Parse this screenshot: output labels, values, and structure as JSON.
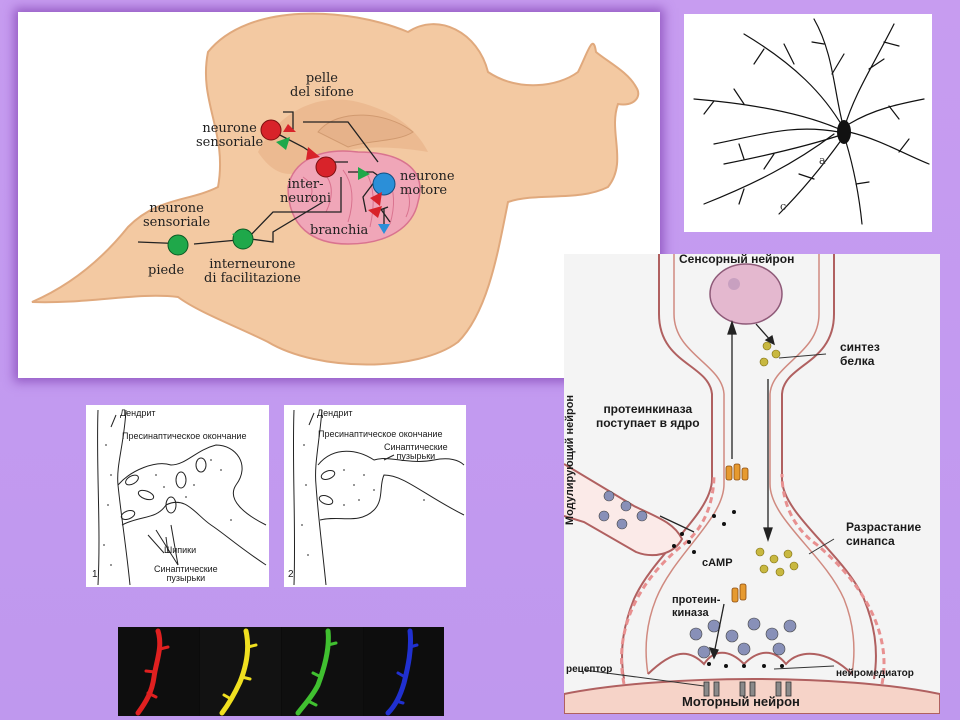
{
  "aplysia": {
    "skin_siphon": "pelle\ndel sifone",
    "sensory_top": "neurone\nsensoriale",
    "interneurons": "inter-\nneuroni",
    "motor": "neurone\nmotore",
    "gill": "branchia",
    "sensory_left": "neurone\nsensoriale",
    "foot": "piede",
    "facilitating": "interneurone\ndi facilitazione"
  },
  "pyramidal": {
    "letter_a": "a",
    "letter_c": "c"
  },
  "synapse_small_1": {
    "dendrite": "Дендрит",
    "terminal": "Пресинаптическое окончание",
    "spines": "Шипики",
    "vesicles": "Синаптические\nпузырьки",
    "number": "1"
  },
  "synapse_small_2": {
    "dendrite": "Дендрит",
    "terminal": "Пресинаптическое окончание",
    "vesicles": "Синаптические\nпузырьки",
    "number": "2"
  },
  "facilitation": {
    "sensory_neuron": "Сенсорный нейрон",
    "protein_synthesis": "синтез\nбелка",
    "modulating_neuron": "Модулирующий нейрон",
    "pk_enters_nucleus": "протеинкиназа\nпоступает в ядро",
    "synapse_growth": "Разрастание\nсинапса",
    "camp": "cAMP",
    "protein_kinase": "протеин-\nкиназа",
    "receptor": "рецептор",
    "neurotransmitter": "нейромедиатор",
    "motor_neuron": "Моторный нейрон"
  },
  "colors": {
    "sensory_green": "#1fa84a",
    "interneuron_red": "#d8232a",
    "motor_blue": "#2b8fd8",
    "background": "#c39af0",
    "body_skin": "#f3c9a2",
    "gill_pink": "#f0a6b8"
  },
  "dendrite_strip_colors": [
    "red",
    "yellow",
    "green",
    "blue"
  ]
}
